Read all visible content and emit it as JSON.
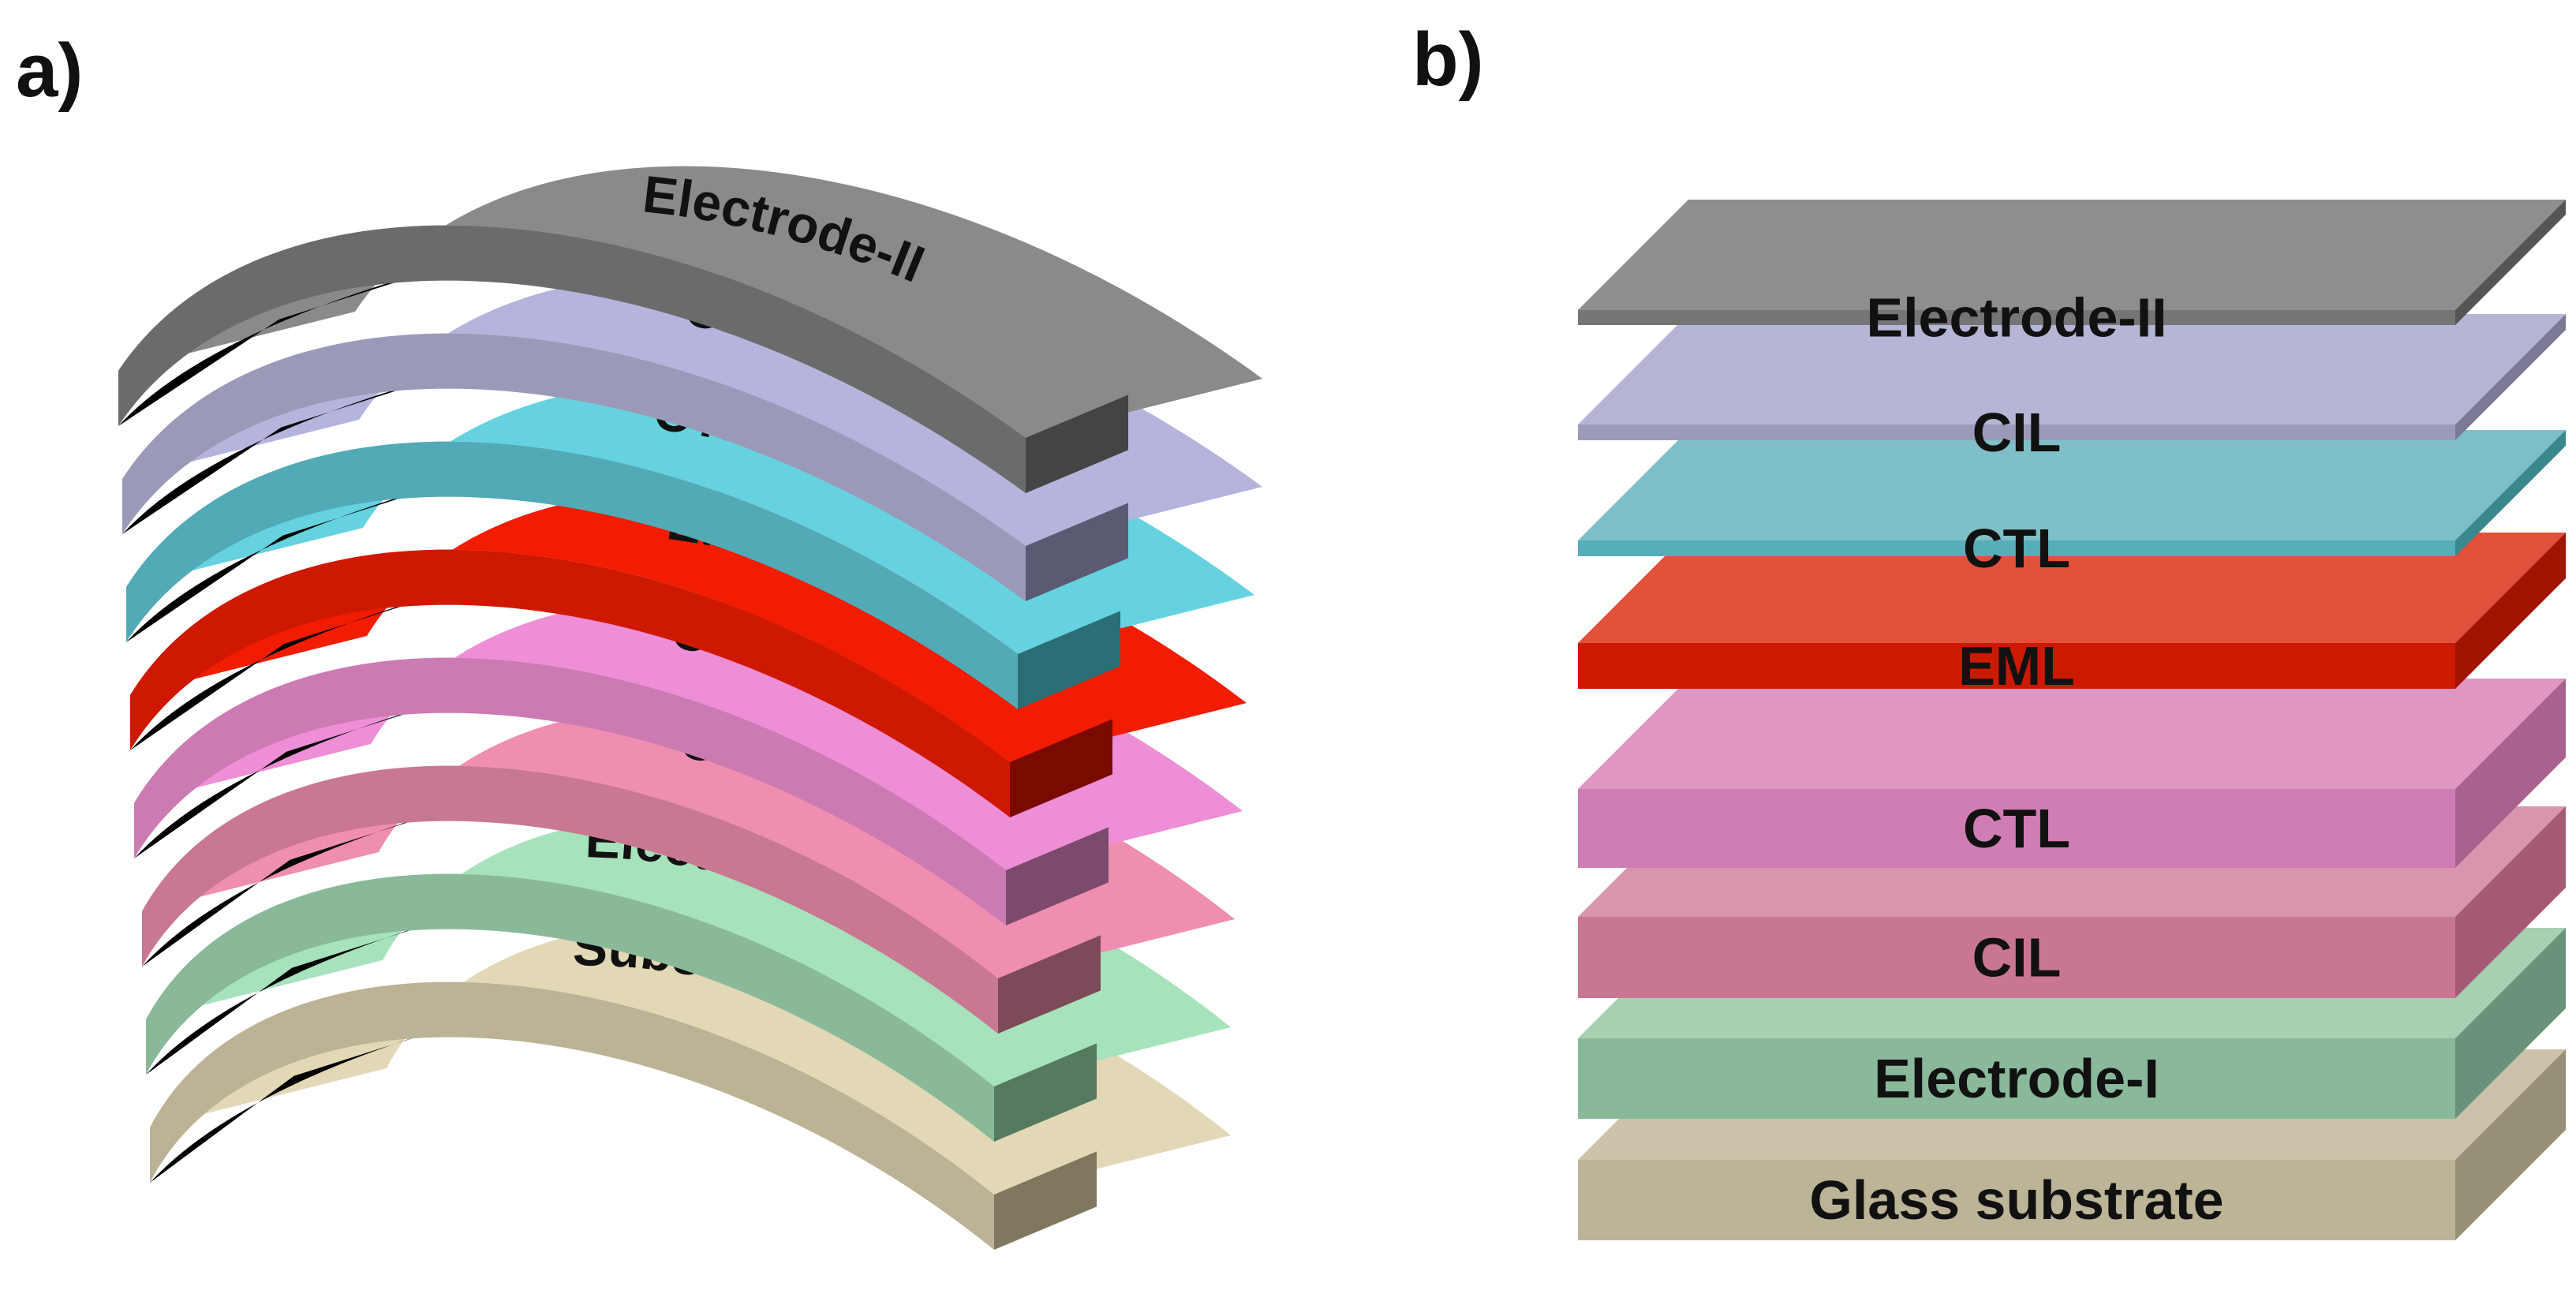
{
  "panels": {
    "a": {
      "label": "a)",
      "layers": [
        {
          "name": "Electrode-II",
          "label": "Electrode-II",
          "colors": {
            "top": "#8a8a8a",
            "front": "#6b6b6b",
            "side": "#444444"
          }
        },
        {
          "name": "CIL",
          "label": "CIL",
          "colors": {
            "top": "#b4b4dc",
            "front": "#9a9ab8",
            "side": "#5a5a72"
          }
        },
        {
          "name": "CTL",
          "label": "CTL",
          "colors": {
            "top": "#66d2df",
            "front": "#52aab6",
            "side": "#2b6e76"
          }
        },
        {
          "name": "EML",
          "label": "EML",
          "colors": {
            "top": "#f21c00",
            "front": "#cf1800",
            "side": "#7a0a00"
          }
        },
        {
          "name": "CTL",
          "label": "CTL",
          "colors": {
            "top": "#ee8ed6",
            "front": "#cc7ab2",
            "side": "#7c4a6c"
          }
        },
        {
          "name": "CIL",
          "label": "CIL",
          "colors": {
            "top": "#ef8eb0",
            "front": "#c97892",
            "side": "#7d4a5a"
          }
        },
        {
          "name": "Electrode-I",
          "label": "Electrode-I",
          "colors": {
            "top": "#a6e2bc",
            "front": "#8ab99a",
            "side": "#557a60"
          }
        },
        {
          "name": "Substrate",
          "label": "Substrate",
          "colors": {
            "top": "#e3d8b6",
            "front": "#bcb396",
            "side": "#7f785f"
          }
        }
      ]
    },
    "b": {
      "label": "b)",
      "layers": [
        {
          "name": "Electrode-II",
          "label": "Electrode-II",
          "colors": {
            "top": "#8e8e8e",
            "front": "#757575",
            "side": "#555555"
          }
        },
        {
          "name": "CIL",
          "label": "CIL",
          "colors": {
            "top": "#b5b5d6",
            "front": "#9a9ab9",
            "side": "#7a7a94"
          }
        },
        {
          "name": "CTL",
          "label": "CTL",
          "colors": {
            "top": "#7fbfc7",
            "front": "#56aeb8",
            "side": "#3a8790"
          }
        },
        {
          "name": "EML",
          "label": "EML",
          "colors": {
            "top": "#e0503a",
            "front": "#cc1a00",
            "side": "#a01400"
          }
        },
        {
          "name": "CTL",
          "label": "CTL",
          "colors": {
            "top": "#e096c2",
            "front": "#cf7db4",
            "side": "#a9628f"
          }
        },
        {
          "name": "CIL",
          "label": "CIL",
          "colors": {
            "top": "#d895ad",
            "front": "#c97791",
            "side": "#a55a73"
          }
        },
        {
          "name": "Electrode-I",
          "label": "Electrode-I",
          "colors": {
            "top": "#a7cfb2",
            "front": "#8ab89a",
            "side": "#6a917a"
          }
        },
        {
          "name": "Glass substrate",
          "label": "Glass substrate",
          "colors": {
            "top": "#cbc2a9",
            "front": "#bcb497",
            "side": "#979078"
          }
        }
      ]
    }
  }
}
